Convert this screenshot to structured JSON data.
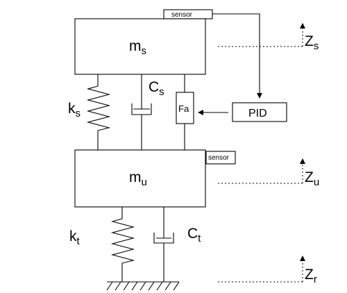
{
  "labels": {
    "ms_main": "m",
    "ms_sub": "s",
    "mu_main": "m",
    "mu_sub": "u",
    "ks_main": "k",
    "ks_sub": "s",
    "kt_main": "k",
    "kt_sub": "t",
    "cs_main": "C",
    "cs_sub": "s",
    "ct_main": "C",
    "ct_sub": "t",
    "actuator": "Fa",
    "controller": "PID",
    "sensor_top": "sensor",
    "sensor_bottom": "sensor",
    "zs_main": "Z",
    "zs_sub": "s",
    "zu_main": "Z",
    "zu_sub": "u",
    "zr_main": "Z",
    "zr_sub": "r"
  }
}
